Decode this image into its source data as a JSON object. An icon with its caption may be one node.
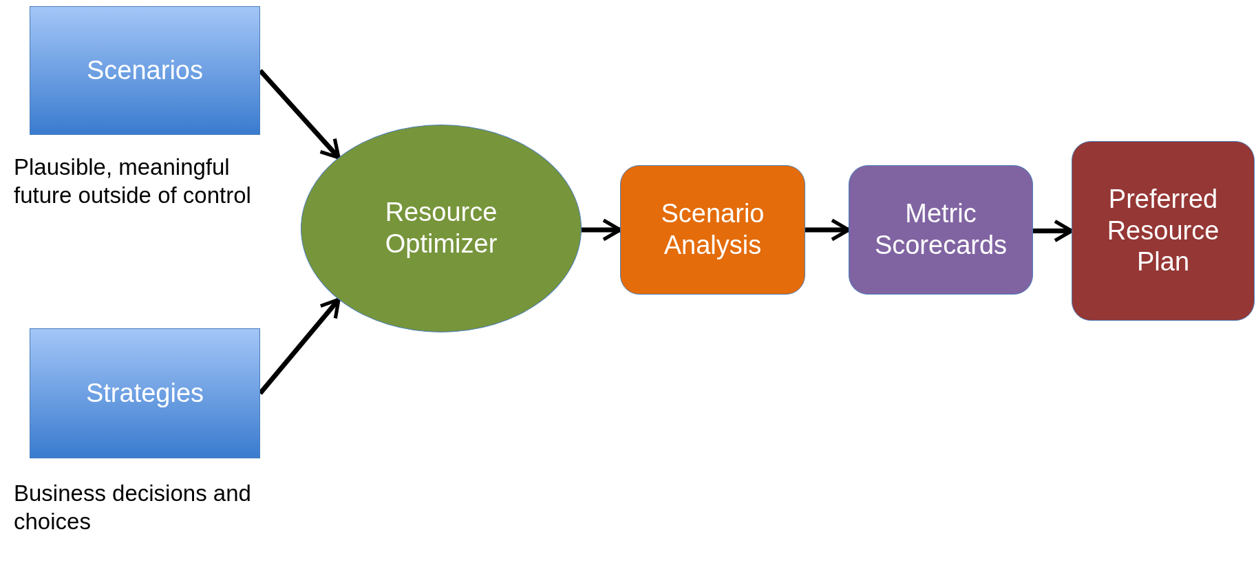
{
  "diagram": {
    "nodes": [
      {
        "text": [
          "Scenarios"
        ],
        "beside": [
          "Plausible, meaningful future outside of control"
        ]
      },
      {
        "text": [
          "Strategies"
        ],
        "beside": [
          "Business decisions and choices"
        ]
      },
      {
        "text": [
          "Resource Optimizer"
        ]
      },
      {
        "text": [
          "Scenario Analysis"
        ]
      },
      {
        "text": [
          "Metric Scorecards"
        ]
      },
      {
        "text": [
          "Preferred Resource Plan"
        ]
      }
    ],
    "edges": [
      {
        "from": 0,
        "to": 2,
        "arrow": "to"
      },
      {
        "from": 1,
        "to": 2,
        "arrow": "to"
      },
      {
        "from": 2,
        "to": 3,
        "arrow": "to"
      },
      {
        "from": 3,
        "to": 4,
        "arrow": "to"
      },
      {
        "from": 4,
        "to": 5,
        "arrow": "to"
      }
    ]
  }
}
